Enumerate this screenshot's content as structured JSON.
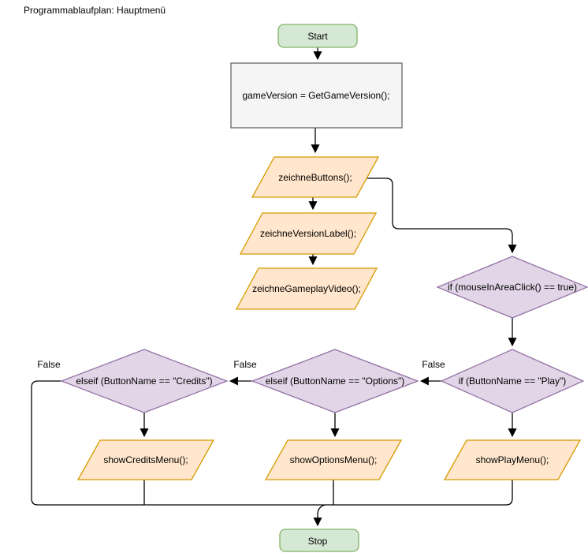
{
  "title": "Programmablaufplan: Hauptmenü",
  "colors": {
    "terminal_fill": "#d5e8d4",
    "terminal_stroke": "#82b366",
    "process_fill": "#f5f5f5",
    "process_stroke": "#666666",
    "io_fill": "#ffe6cc",
    "io_stroke": "#d79b00",
    "decision_fill": "#e1d5e7",
    "decision_stroke": "#9673a6",
    "edge": "#000000",
    "text": "#000000"
  },
  "nodes": {
    "start": {
      "label": "Start",
      "type": "terminal"
    },
    "get_game_version": {
      "label": "gameVersion = GetGameVersion();",
      "type": "process"
    },
    "zeichne_buttons": {
      "label": "zeichneButtons();",
      "type": "io"
    },
    "zeichne_version_label": {
      "label": "zeichneVersionLabel();",
      "type": "io"
    },
    "zeichne_gameplay_video": {
      "label": "zeichneGameplayVideo();",
      "type": "io"
    },
    "if_mouse_in_area_click": {
      "label": "if (mouseInAreaClick() == true)",
      "type": "decision"
    },
    "if_button_play": {
      "label": "if (ButtonName == \"Play\")",
      "type": "decision"
    },
    "elseif_button_options": {
      "label": "elseif (ButtonName == \"Options\")",
      "type": "decision"
    },
    "elseif_button_credits": {
      "label": "elseif (ButtonName == \"Credits\")",
      "type": "decision"
    },
    "show_play_menu": {
      "label": "showPlayMenu();",
      "type": "io"
    },
    "show_options_menu": {
      "label": "showOptionsMenu();",
      "type": "io"
    },
    "show_credits_menu": {
      "label": "showCreditsMenu();",
      "type": "io"
    },
    "stop": {
      "label": "Stop",
      "type": "terminal"
    }
  },
  "edge_labels": {
    "play_false": "False",
    "options_false": "False",
    "credits_false": "False"
  }
}
